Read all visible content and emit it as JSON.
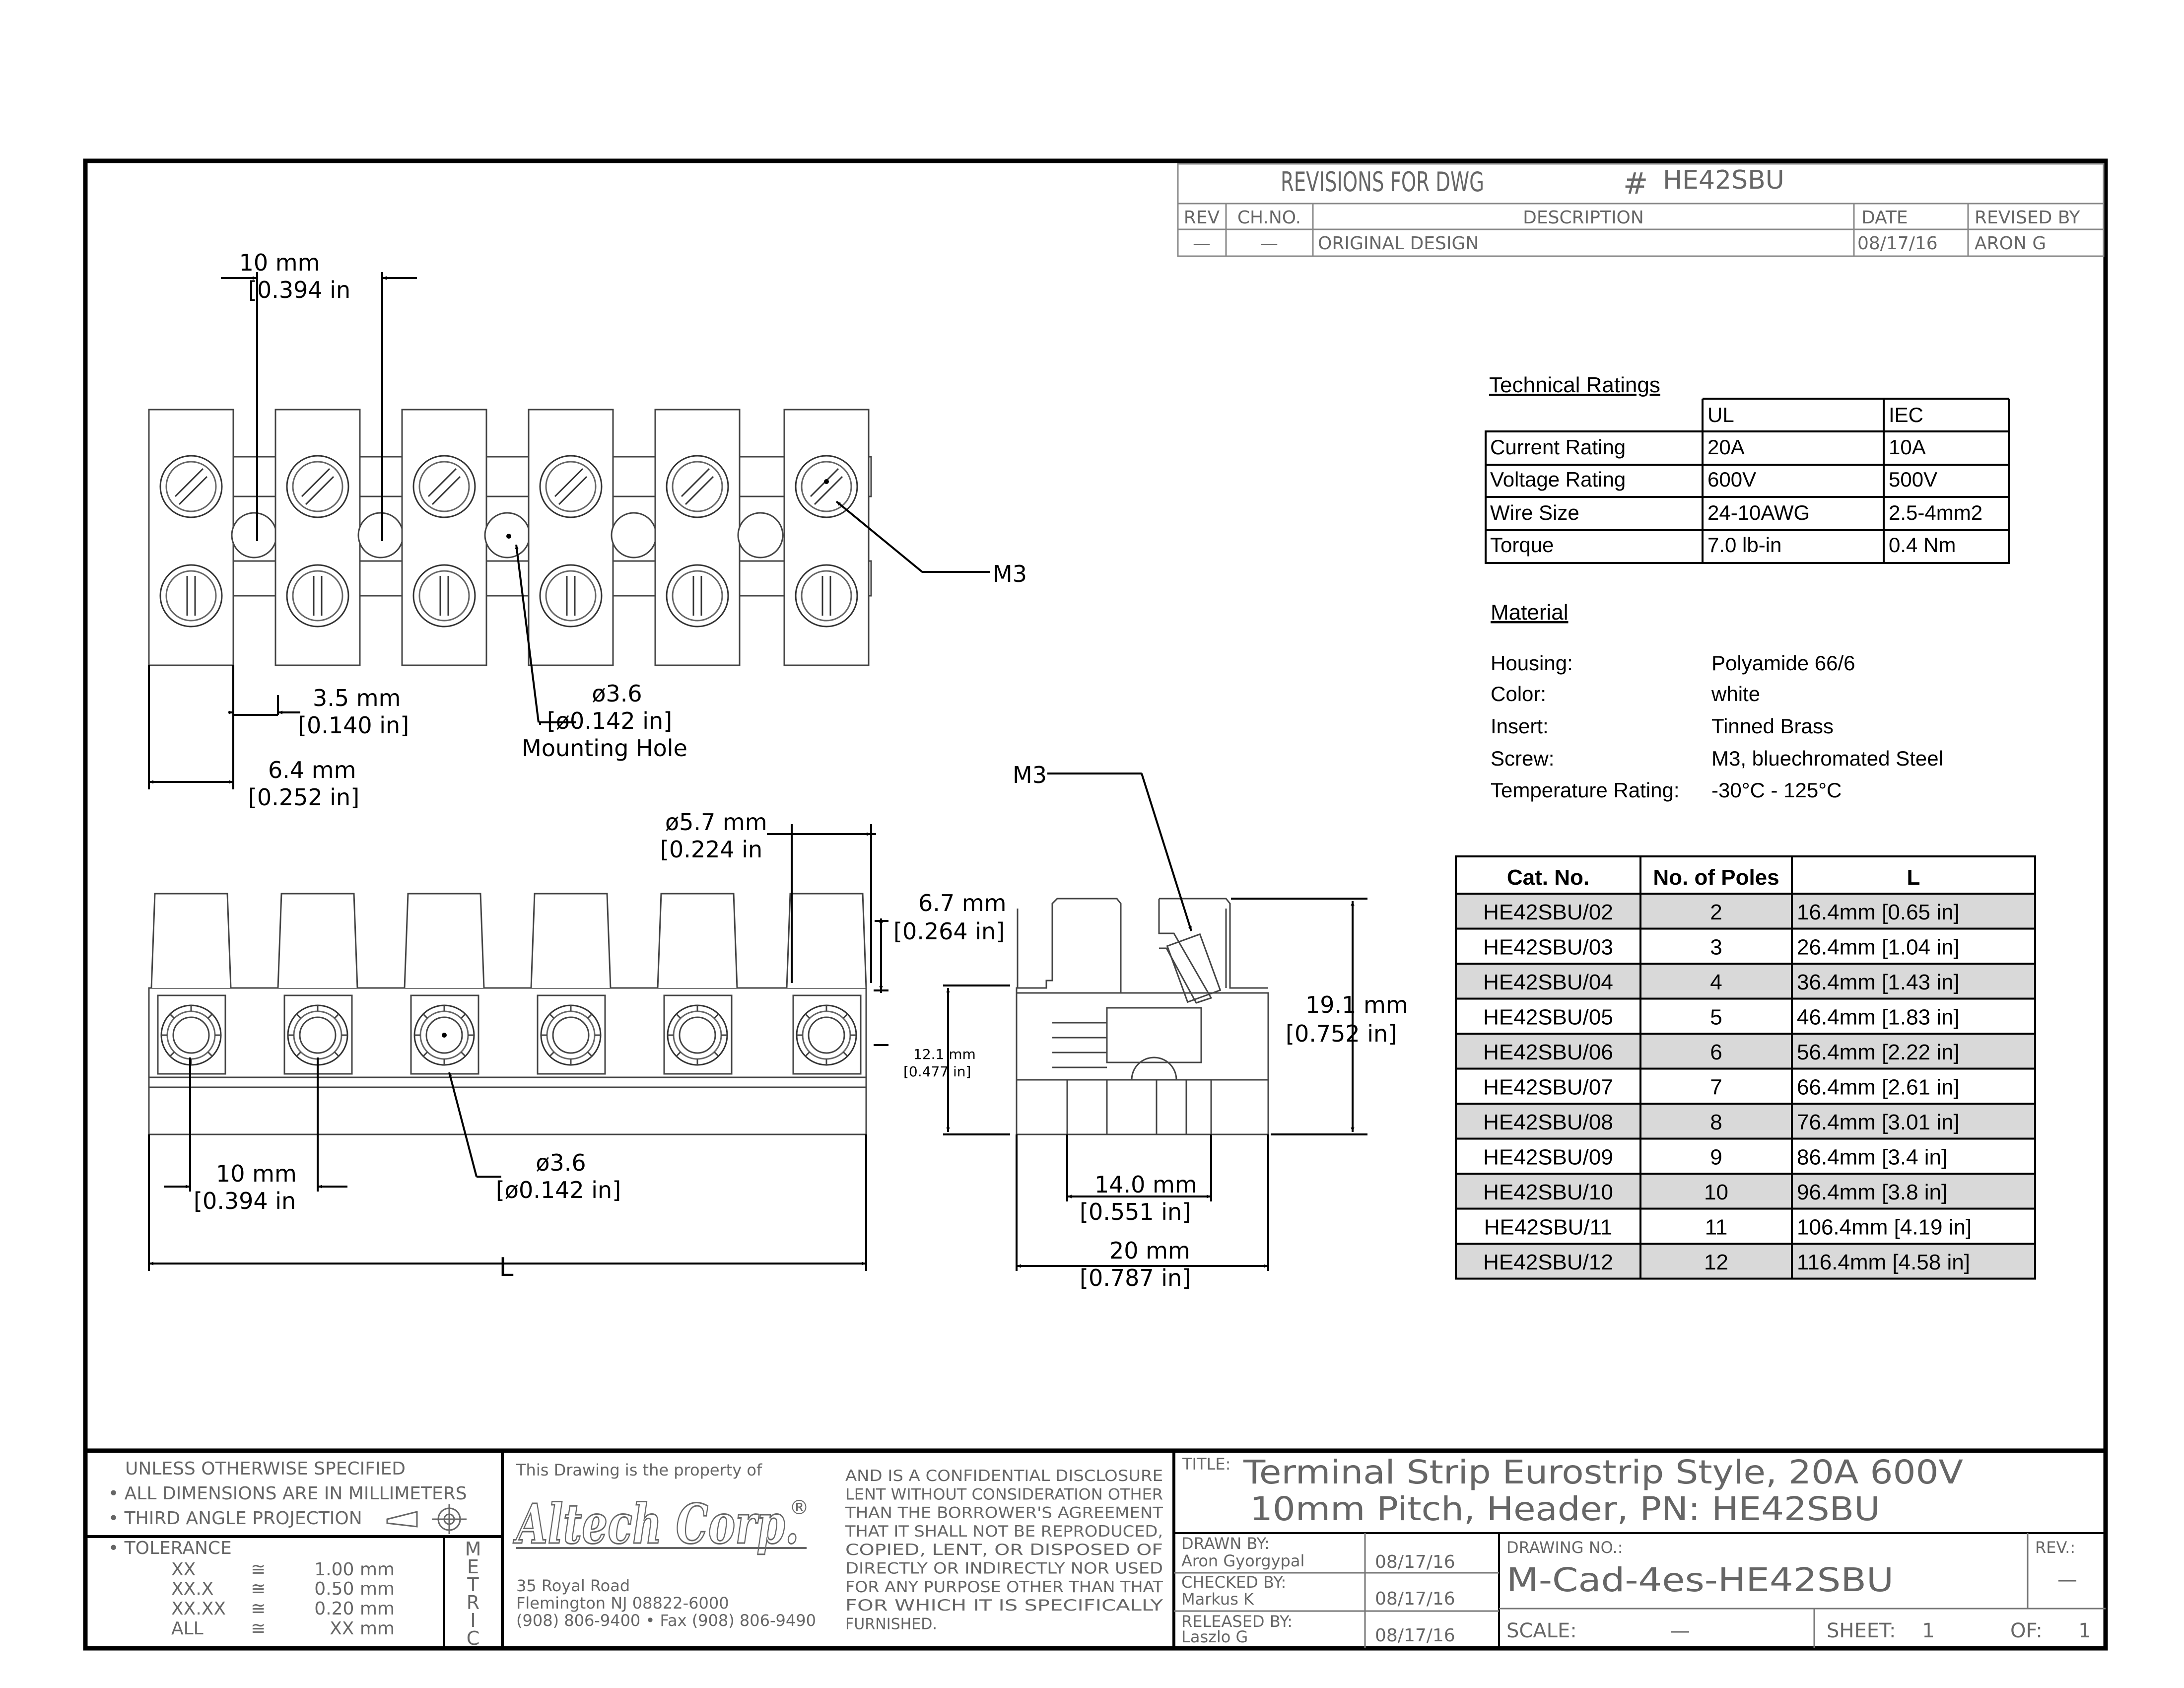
{
  "revisions": {
    "title": "REVISIONS FOR DWG",
    "hash": "#",
    "dwg": "HE42SBU",
    "headers": {
      "rev": "REV",
      "chno": "CH.NO.",
      "description": "DESCRIPTION",
      "date": "DATE",
      "revised_by": "REVISED BY"
    },
    "row": {
      "rev": "—",
      "chno": "—",
      "description": "ORIGINAL DESIGN",
      "date": "08/17/16",
      "revised_by": "ARON G"
    }
  },
  "technical_ratings": {
    "title": "Technical Ratings",
    "columns": [
      "UL",
      "IEC"
    ],
    "rows": [
      {
        "label": "Current Rating",
        "ul": "20A",
        "iec": "10A"
      },
      {
        "label": "Voltage Rating",
        "ul": "600V",
        "iec": "500V"
      },
      {
        "label": "Wire Size",
        "ul": "24-10AWG",
        "iec": "2.5-4mm2"
      },
      {
        "label": "Torque",
        "ul": "7.0 lb-in",
        "iec": "0.4 Nm"
      }
    ]
  },
  "material": {
    "title": "Material",
    "rows": [
      {
        "label": "Housing:",
        "value": "Polyamide 66/6"
      },
      {
        "label": "Color:",
        "value": "white"
      },
      {
        "label": "Insert:",
        "value": "Tinned Brass"
      },
      {
        "label": "Screw:",
        "value": "M3, bluechromated Steel"
      },
      {
        "label": "Temperature Rating:",
        "value": "-30°C - 125°C"
      }
    ]
  },
  "catalog": {
    "headers": {
      "cat": "Cat. No.",
      "poles": "No. of Poles",
      "l": "L"
    },
    "rows": [
      {
        "cat": "HE42SBU/02",
        "poles": "2",
        "l": "16.4mm [0.65 in]"
      },
      {
        "cat": "HE42SBU/03",
        "poles": "3",
        "l": "26.4mm [1.04 in]"
      },
      {
        "cat": "HE42SBU/04",
        "poles": "4",
        "l": "36.4mm [1.43 in]"
      },
      {
        "cat": "HE42SBU/05",
        "poles": "5",
        "l": "46.4mm [1.83 in]"
      },
      {
        "cat": "HE42SBU/06",
        "poles": "6",
        "l": "56.4mm [2.22 in]"
      },
      {
        "cat": "HE42SBU/07",
        "poles": "7",
        "l": "66.4mm [2.61 in]"
      },
      {
        "cat": "HE42SBU/08",
        "poles": "8",
        "l": "76.4mm [3.01 in]"
      },
      {
        "cat": "HE42SBU/09",
        "poles": "9",
        "l": "86.4mm [3.4 in]"
      },
      {
        "cat": "HE42SBU/10",
        "poles": "10",
        "l": "96.4mm [3.8 in]"
      },
      {
        "cat": "HE42SBU/11",
        "poles": "11",
        "l": "106.4mm [4.19 in]"
      },
      {
        "cat": "HE42SBU/12",
        "poles": "12",
        "l": "116.4mm [4.58 in]"
      }
    ]
  },
  "dims": {
    "pitch_mm": "10 mm",
    "pitch_in": "[0.394 in",
    "m3_top": "M3",
    "gap_mm": "3.5 mm",
    "gap_in": "[0.140 in]",
    "hole_mm": "ø3.6",
    "hole_in": "[ø0.142 in]",
    "hole_label": "Mounting Hole",
    "width_mm": "6.4 mm",
    "width_in": "[0.252 in]",
    "d57_mm": "ø5.7 mm",
    "d57_in": "[0.224 in",
    "h67_mm": "6.7 mm",
    "h67_in": "[0.264 in]",
    "h121_mm": "12.1 mm",
    "h121_in": "[0.477 in]",
    "front_pitch_mm": "10 mm",
    "front_pitch_in": "[0.394 in",
    "front_hole_mm": "ø3.6",
    "front_hole_in": "[ø0.142 in]",
    "length_label": "L",
    "m3_side": "M3",
    "h191_mm": "19.1 mm",
    "h191_in": "[0.752 in]",
    "w140_mm": "14.0 mm",
    "w140_in": "[0.551 in]",
    "w20_mm": "20 mm",
    "w20_in": "[0.787 in]"
  },
  "title_block": {
    "spec": [
      "UNLESS OTHERWISE SPECIFIED",
      "• ALL DIMENSIONS ARE IN MILLIMETERS",
      "• THIRD ANGLE PROJECTION"
    ],
    "tolerance_title": "• TOLERANCE",
    "tolerances": [
      {
        "k": "XX",
        "sym": "≅",
        "v": "1.00 mm"
      },
      {
        "k": "XX.X",
        "sym": "≅",
        "v": "0.50 mm"
      },
      {
        "k": "XX.XX",
        "sym": "≅",
        "v": "0.20 mm"
      },
      {
        "k": "ALL",
        "sym": "≅",
        "v": "XX mm"
      }
    ],
    "metric": [
      "M",
      "E",
      "T",
      "R",
      "I",
      "C"
    ],
    "property": "This Drawing is the property of",
    "company": "Altech Corp.",
    "reg": "®",
    "address": [
      "35 Royal Road",
      "Flemington NJ 08822-6000",
      "(908) 806-9400 • Fax (908) 806-9490"
    ],
    "disclosure": [
      "AND IS A CONFIDENTIAL DISCLOSURE",
      "LENT WITHOUT CONSIDERATION OTHER",
      "THAN THE BORROWER'S AGREEMENT",
      "THAT IT SHALL NOT BE REPRODUCED,",
      "COPIED, LENT, OR DISPOSED OF",
      "DIRECTLY OR INDIRECTLY NOR USED",
      "FOR ANY PURPOSE OTHER THAN THAT",
      "FOR WHICH IT IS SPECIFICALLY",
      "FURNISHED."
    ],
    "title_label": "TITLE:",
    "title_lines": [
      "Terminal Strip Eurostrip Style, 20A 600V",
      "10mm Pitch, Header, PN: HE42SBU"
    ],
    "drawn_label": "DRAWN BY:",
    "drawn_name": "Aron Gyorgypal",
    "drawn_date": "08/17/16",
    "checked_label": "CHECKED BY:",
    "checked_name": "Markus K",
    "checked_date": "08/17/16",
    "released_label": "RELEASED BY:",
    "released_name": "Laszlo G",
    "released_date": "08/17/16",
    "drawing_no_label": "DRAWING NO.:",
    "drawing_no": "M-Cad-4es-HE42SBU",
    "rev_label": "REV.:",
    "rev": "—",
    "scale_label": "SCALE:",
    "scale": "—",
    "sheet_label": "SHEET:",
    "sheet": "1",
    "of_label": "OF:",
    "of": "1"
  }
}
